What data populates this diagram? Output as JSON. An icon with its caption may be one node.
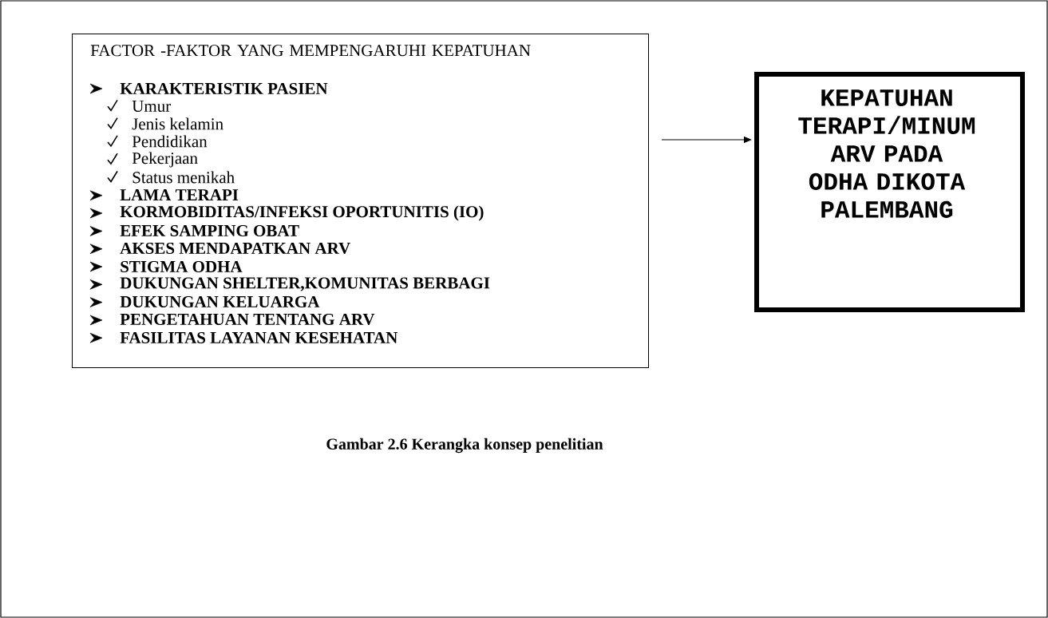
{
  "diagram": {
    "caption": "Gambar 2.6 Kerangka konsep penelitian",
    "nodes": [
      {
        "text": [
          "FACTOR -FAKTOR YANG MEMPENGARUHI KEPATUHAN",
          "KARAKTERISTIK PASIEN",
          "Umur",
          "Jenis kelamin",
          "Pendidikan",
          "Pekerjaan",
          "Status menikah",
          "LAMA TERAPI",
          "KORMOBIDITAS/INFEKSI OPORTUNITIS (IO)",
          "EFEK SAMPING OBAT",
          "AKSES MENDAPATKAN ARV",
          "STIGMA ODHA",
          "DUKUNGAN SHELTER,KOMUNITAS BERBAGI",
          "DUKUNGAN KELUARGA",
          "PENGETAHUAN TENTANG ARV",
          "FASILITAS LAYANAN KESEHATAN"
        ]
      },
      {
        "text": [
          "KEPATUHAN TERAPI/MINUM ARV PADA ODHA DIKOTA PALEMBANG"
        ]
      }
    ],
    "edges": [
      {
        "from": 0,
        "to": 1,
        "arrow": "to"
      }
    ]
  }
}
